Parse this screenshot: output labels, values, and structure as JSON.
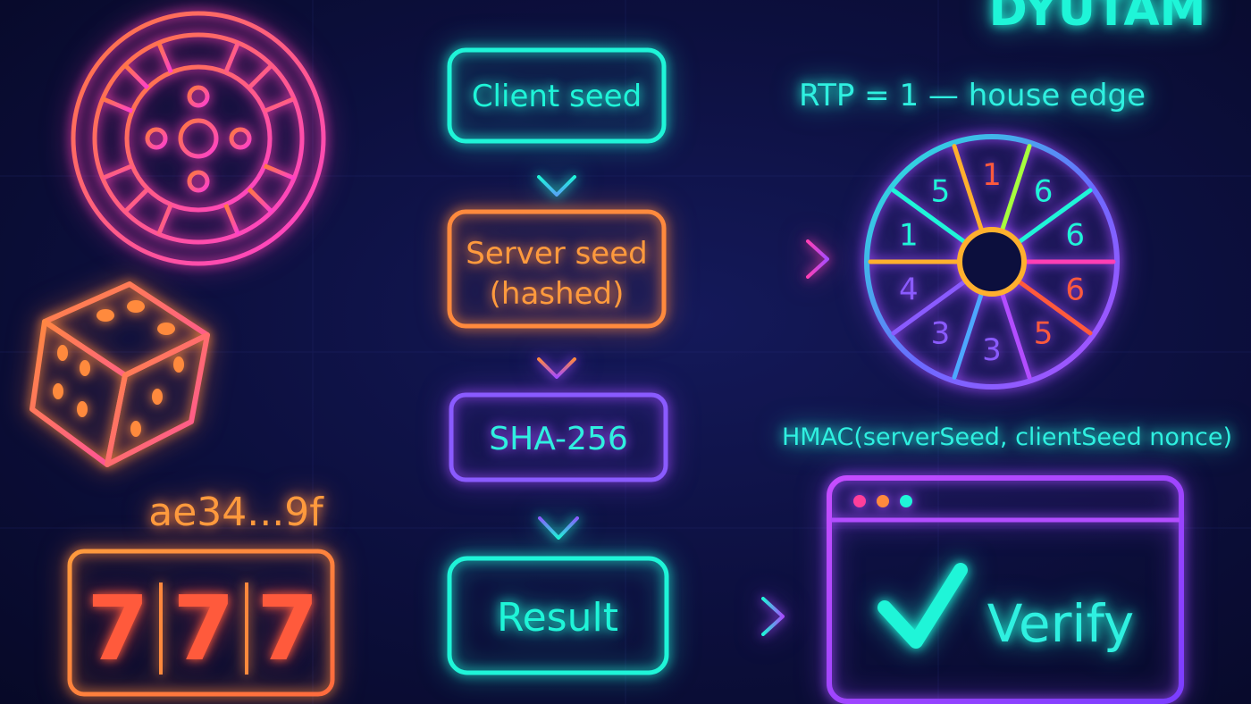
{
  "brand": {
    "title": "DYUTAM"
  },
  "formulas": {
    "rtp": "RTP = 1 — house edge",
    "hmac": "HMAC(serverSeed, clientSeed nonce)"
  },
  "flow": {
    "client_seed": "Client seed",
    "server_seed_line1": "Server seed",
    "server_seed_line2": "(hashed)",
    "hash_algo": "SHA-256",
    "result": "Result"
  },
  "hash_example": "ae34...9f",
  "slot": {
    "reels": [
      "7",
      "7",
      "7"
    ]
  },
  "wheel": {
    "numbers": [
      "1",
      "6",
      "6",
      "6",
      "5",
      "3",
      "3",
      "4",
      "1",
      "5"
    ]
  },
  "verify": {
    "label": "Verify"
  },
  "icons": {
    "roulette": "roulette-wheel-icon",
    "dice": "dice-icon",
    "wheel": "number-wheel-icon",
    "check": "checkmark-icon",
    "browser": "browser-window-icon"
  },
  "colors": {
    "cyan": "#1ff5d8",
    "orange": "#ff8a3d",
    "purple": "#a64dff",
    "magenta": "#ff3fb4",
    "red": "#ff5a3c"
  }
}
